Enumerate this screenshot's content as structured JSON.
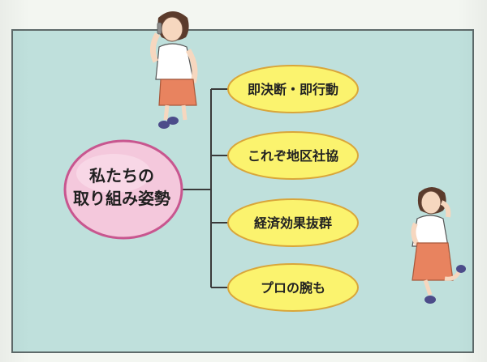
{
  "center": {
    "line1": "私たちの",
    "line2": "取り組み姿勢"
  },
  "items": [
    {
      "label": "即決断・即行動"
    },
    {
      "label": "これぞ地区社協"
    },
    {
      "label": "経済効果抜群"
    },
    {
      "label": "プロの腕も"
    }
  ],
  "colors": {
    "background": "#bfe0dc",
    "center_fill": "#f4c8dc",
    "center_border": "#c8568f",
    "pill_fill": "#fbf36e",
    "pill_border": "#d9a63a",
    "connector": "#3a3a3a"
  }
}
